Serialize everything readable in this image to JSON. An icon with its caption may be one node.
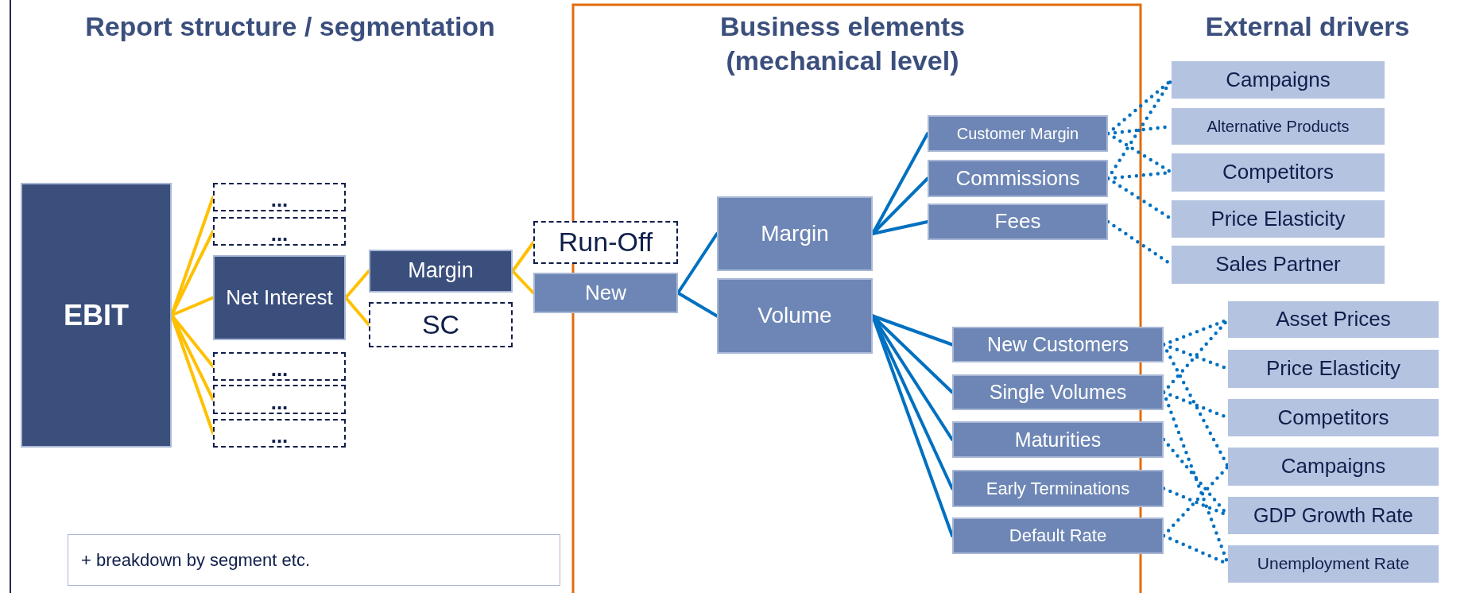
{
  "diagram": {
    "nodes": [
      {
        "text": [
          "EBIT"
        ]
      },
      {
        "text": [
          "..."
        ]
      },
      {
        "text": [
          "..."
        ]
      },
      {
        "text": [
          "Net Interest"
        ]
      },
      {
        "text": [
          "..."
        ]
      },
      {
        "text": [
          "..."
        ]
      },
      {
        "text": [
          "..."
        ]
      },
      {
        "text": [
          "Margin"
        ]
      },
      {
        "text": [
          "SC"
        ]
      },
      {
        "text": [
          "Run-Off"
        ]
      },
      {
        "text": [
          "New"
        ]
      },
      {
        "text": [
          "Margin"
        ]
      },
      {
        "text": [
          "Volume"
        ]
      },
      {
        "text": [
          "Customer Margin"
        ]
      },
      {
        "text": [
          "Commissions"
        ]
      },
      {
        "text": [
          "Fees"
        ]
      },
      {
        "text": [
          "Campaigns"
        ]
      },
      {
        "text": [
          "Alternative Products"
        ]
      },
      {
        "text": [
          "Competitors"
        ]
      },
      {
        "text": [
          "Price Elasticity"
        ]
      },
      {
        "text": [
          "Sales Partner"
        ]
      },
      {
        "text": [
          "New Customers"
        ]
      },
      {
        "text": [
          "Single Volumes"
        ]
      },
      {
        "text": [
          "Maturities"
        ]
      },
      {
        "text": [
          "Early Terminations"
        ]
      },
      {
        "text": [
          "Default Rate"
        ]
      },
      {
        "text": [
          "Asset Prices"
        ]
      },
      {
        "text": [
          "Price Elasticity"
        ]
      },
      {
        "text": [
          "Competitors"
        ]
      },
      {
        "text": [
          "Campaigns"
        ]
      },
      {
        "text": [
          "GDP Growth Rate"
        ]
      },
      {
        "text": [
          "Unemployment Rate"
        ]
      },
      {
        "text": [
          "+ breakdown by segment etc."
        ]
      }
    ],
    "edges": [
      {
        "from": 0,
        "to": 1,
        "arrow": "none",
        "color": "#ffc000"
      },
      {
        "from": 0,
        "to": 2,
        "arrow": "none",
        "color": "#ffc000"
      },
      {
        "from": 0,
        "to": 3,
        "arrow": "none",
        "color": "#ffc000"
      },
      {
        "from": 0,
        "to": 4,
        "arrow": "none",
        "color": "#ffc000"
      },
      {
        "from": 0,
        "to": 5,
        "arrow": "none",
        "color": "#ffc000"
      },
      {
        "from": 0,
        "to": 6,
        "arrow": "none",
        "color": "#ffc000"
      },
      {
        "from": 3,
        "to": 7,
        "arrow": "none",
        "color": "#ffc000"
      },
      {
        "from": 3,
        "to": 8,
        "arrow": "none",
        "color": "#ffc000"
      },
      {
        "from": 7,
        "to": 9,
        "arrow": "none",
        "color": "#ffc000"
      },
      {
        "from": 7,
        "to": 10,
        "arrow": "none",
        "color": "#ffc000"
      },
      {
        "from": 10,
        "to": 11,
        "arrow": "none"
      },
      {
        "from": 10,
        "to": 12,
        "arrow": "none"
      },
      {
        "from": 11,
        "to": 13,
        "arrow": "none"
      },
      {
        "from": 11,
        "to": 14,
        "arrow": "none"
      },
      {
        "from": 11,
        "to": 15,
        "arrow": "none"
      },
      {
        "from": 12,
        "to": 21,
        "arrow": "none"
      },
      {
        "from": 12,
        "to": 22,
        "arrow": "none"
      },
      {
        "from": 12,
        "to": 23,
        "arrow": "none"
      },
      {
        "from": 12,
        "to": 24,
        "arrow": "none"
      },
      {
        "from": 12,
        "to": 25,
        "arrow": "none"
      },
      {
        "from": 13,
        "to": 16,
        "arrow": "none",
        "style": "dashed"
      },
      {
        "from": 13,
        "to": 17,
        "arrow": "none",
        "style": "dashed"
      },
      {
        "from": 13,
        "to": 18,
        "arrow": "none",
        "style": "dashed"
      },
      {
        "from": 14,
        "to": 16,
        "arrow": "none",
        "style": "dashed"
      },
      {
        "from": 14,
        "to": 18,
        "arrow": "none",
        "style": "dashed"
      },
      {
        "from": 14,
        "to": 19,
        "arrow": "none",
        "style": "dashed"
      },
      {
        "from": 15,
        "to": 20,
        "arrow": "none",
        "style": "dashed"
      },
      {
        "from": 21,
        "to": 26,
        "arrow": "none",
        "style": "dashed"
      },
      {
        "from": 21,
        "to": 27,
        "arrow": "none",
        "style": "dashed"
      },
      {
        "from": 21,
        "to": 29,
        "arrow": "none",
        "style": "dashed"
      },
      {
        "from": 22,
        "to": 26,
        "arrow": "none",
        "style": "dashed"
      },
      {
        "from": 22,
        "to": 28,
        "arrow": "none",
        "style": "dashed"
      },
      {
        "from": 22,
        "to": 31,
        "arrow": "none",
        "style": "dashed"
      },
      {
        "from": 23,
        "to": 30,
        "arrow": "none",
        "style": "dashed"
      },
      {
        "from": 24,
        "to": 30,
        "arrow": "none",
        "style": "dashed"
      },
      {
        "from": 25,
        "to": 29,
        "arrow": "none",
        "style": "dashed"
      },
      {
        "from": 25,
        "to": 31,
        "arrow": "none",
        "style": "dashed"
      }
    ],
    "labels": [
      "Report structure / segmentation",
      "Business elements (mechanical level)",
      "External drivers"
    ]
  }
}
